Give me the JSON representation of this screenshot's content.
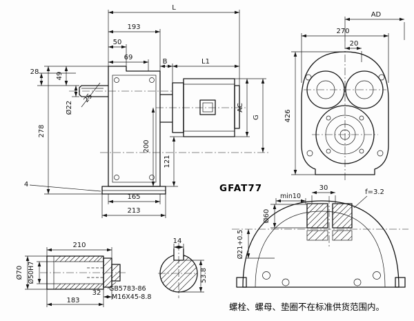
{
  "side_view": {
    "L": "L",
    "n193": "193",
    "n50": "50",
    "n69": "69",
    "n49": "49",
    "n28": "28",
    "B": "B",
    "L1": "L1",
    "phi22": "Ø22",
    "n25": "25",
    "n278": "278",
    "n200": "200",
    "n121": "121",
    "n4": "4",
    "n165": "165",
    "n213": "213",
    "AC": "AC",
    "G": "G"
  },
  "front_view": {
    "AD": "AD",
    "n270": "270",
    "n20": "20",
    "n426": "426"
  },
  "flange_view": {
    "model": "GFAT77",
    "min10": "min10",
    "n30": "30",
    "f": "f=3.2",
    "phi60": "Ø60",
    "phi21": "Ø21+0.5"
  },
  "shaft_view": {
    "n210": "210",
    "phi70": "Ø70",
    "phi50": "Ø50H7",
    "n32": "32",
    "n183": "183",
    "std_bolt": "GB5783-86",
    "std_spec": "M16X45-8.8"
  },
  "section_view": {
    "n14": "14",
    "n53_8": "53.8"
  },
  "note": "螺栓、螺母、垫圈不在标准供货范围内。"
}
